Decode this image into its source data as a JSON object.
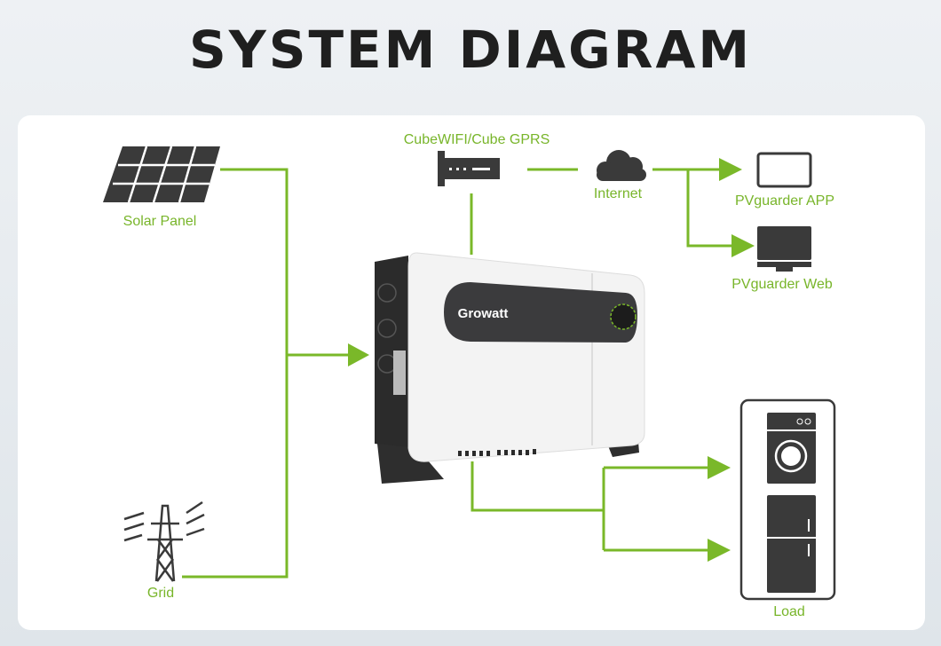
{
  "title": "SYSTEM DIAGRAM",
  "colors": {
    "accent": "#7ab829",
    "icon": "#3a3a3a",
    "card": "#ffffff"
  },
  "nodes": {
    "solar_panel": {
      "label": "Solar Panel",
      "icon": "solar-panel-icon"
    },
    "grid": {
      "label": "Grid",
      "icon": "power-tower-icon"
    },
    "cube": {
      "label": "CubeWIFI/Cube GPRS",
      "icon": "dongle-icon"
    },
    "internet": {
      "label": "Internet",
      "icon": "cloud-icon"
    },
    "app": {
      "label": "PVguarder APP",
      "icon": "tablet-icon"
    },
    "web": {
      "label": "PVguarder Web",
      "icon": "monitor-icon"
    },
    "inverter": {
      "brand": "Growatt"
    },
    "load": {
      "label": "Load",
      "icons": [
        "washing-machine-icon",
        "refrigerator-icon"
      ]
    }
  }
}
